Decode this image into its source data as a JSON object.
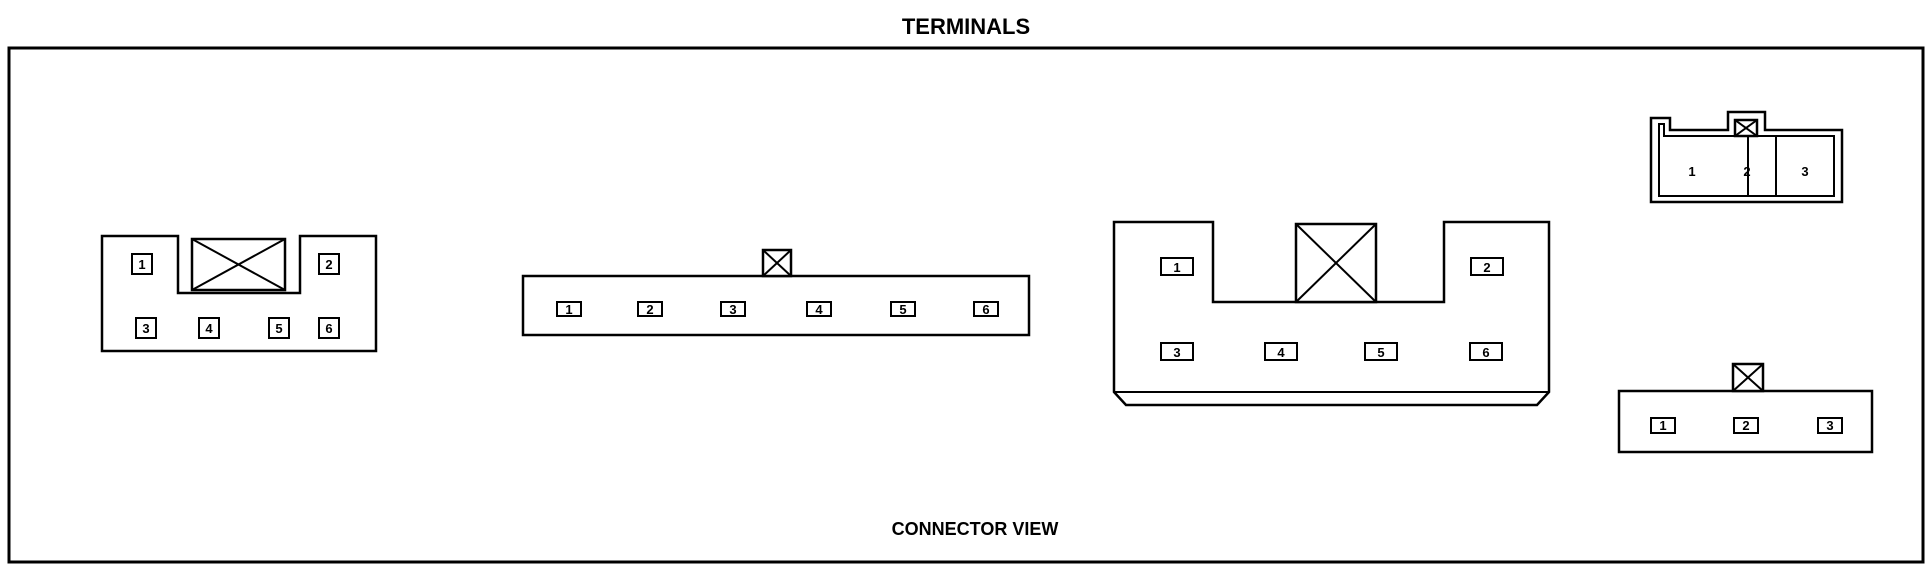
{
  "title": "TERMINALS",
  "footer": "CONNECTOR VIEW",
  "connectors": [
    {
      "id": "connector-a",
      "pins": [
        "1",
        "2",
        "3",
        "4",
        "5",
        "6"
      ]
    },
    {
      "id": "connector-b",
      "pins": [
        "1",
        "2",
        "3",
        "4",
        "5",
        "6"
      ]
    },
    {
      "id": "connector-c",
      "pins": [
        "1",
        "2",
        "3",
        "4",
        "5",
        "6"
      ]
    },
    {
      "id": "connector-d",
      "pins": [
        "1",
        "2",
        "3"
      ]
    },
    {
      "id": "connector-e",
      "pins": [
        "1",
        "2",
        "3"
      ]
    }
  ]
}
